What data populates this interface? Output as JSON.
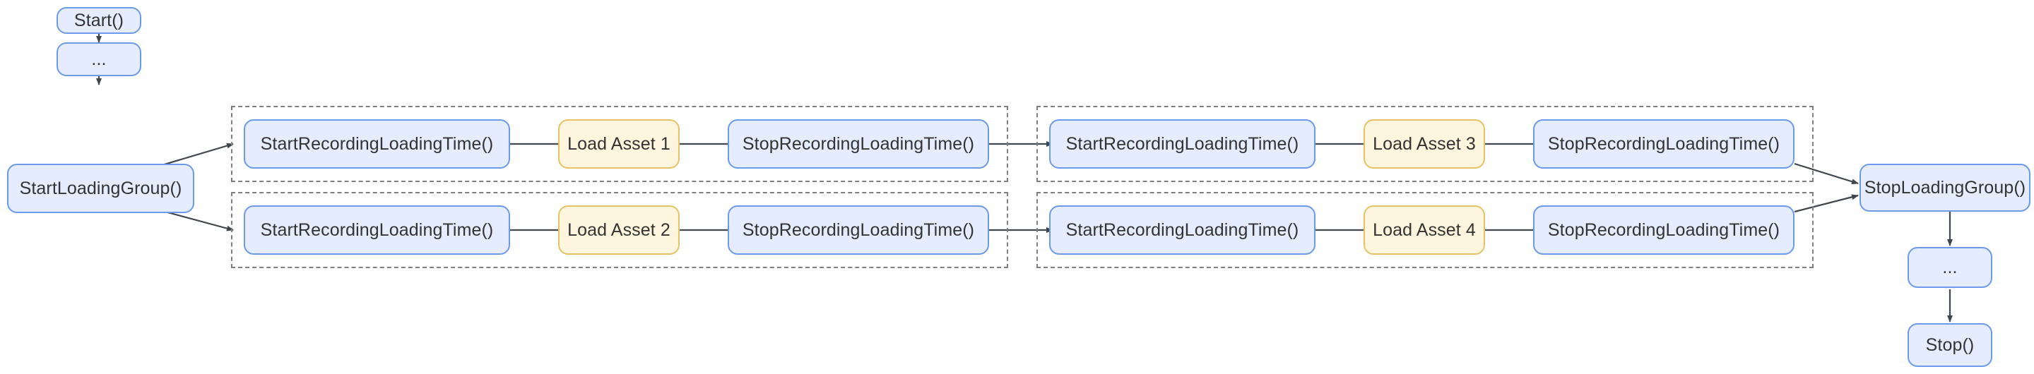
{
  "diagram": {
    "type": "flowchart",
    "title": "Loading group timing flow",
    "background": "#ffffff",
    "colors": {
      "node_fill": "#e5ecfd",
      "node_border": "#6c9aeb",
      "asset_fill": "#fdf5dd",
      "asset_border": "#e5c365",
      "text": "#333333",
      "edge": "#333333",
      "group_border": "#808080"
    }
  },
  "nodes": {
    "start": "Start()",
    "ellipsis_top": "...",
    "start_loading_group": "StartLoadingGroup()",
    "stop_loading_group": "StopLoadingGroup()",
    "ellipsis_bottom": "...",
    "stop": "Stop()",
    "start_recording_1": "StartRecordingLoadingTime()",
    "load_asset_1": "Load Asset 1",
    "stop_recording_1": "StopRecordingLoadingTime()",
    "start_recording_2": "StartRecordingLoadingTime()",
    "load_asset_2": "Load Asset 2",
    "stop_recording_2": "StopRecordingLoadingTime()",
    "start_recording_3": "StartRecordingLoadingTime()",
    "load_asset_3": "Load Asset 3",
    "stop_recording_3": "StopRecordingLoadingTime()",
    "start_recording_4": "StartRecordingLoadingTime()",
    "load_asset_4": "Load Asset 4",
    "stop_recording_4": "StopRecordingLoadingTime()"
  },
  "groups": {
    "group_1_row_1": "",
    "group_1_row_2": "",
    "group_2_row_1": "",
    "group_2_row_2": ""
  }
}
